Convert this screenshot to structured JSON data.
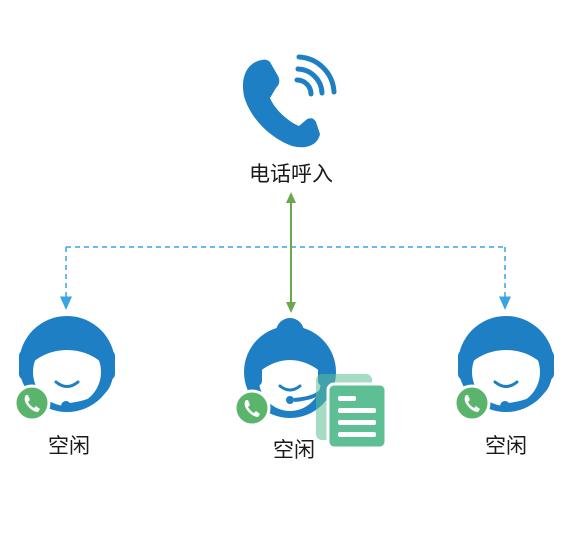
{
  "incoming_call": {
    "label": "电话呼入",
    "icon": "phone-ringing-icon"
  },
  "agents": [
    {
      "id": "left",
      "status": "空闲",
      "icon": "agent-headset-icon",
      "badge_icon": "phone-badge-icon"
    },
    {
      "id": "center",
      "status": "空闲",
      "icon": "agent-female-headset-icon",
      "badge_icon": "phone-badge-icon",
      "extra_icon": "document-list-icon"
    },
    {
      "id": "right",
      "status": "空闲",
      "icon": "agent-headset-icon",
      "badge_icon": "phone-badge-icon"
    }
  ],
  "colors": {
    "brand_blue": "#1e7fc5",
    "badge_green": "#5bb46c",
    "doc_green": "#5fbf94",
    "connector_green": "#6aa84f",
    "dashed_blue": "#3aa4e0",
    "text": "#1a1a1a"
  }
}
